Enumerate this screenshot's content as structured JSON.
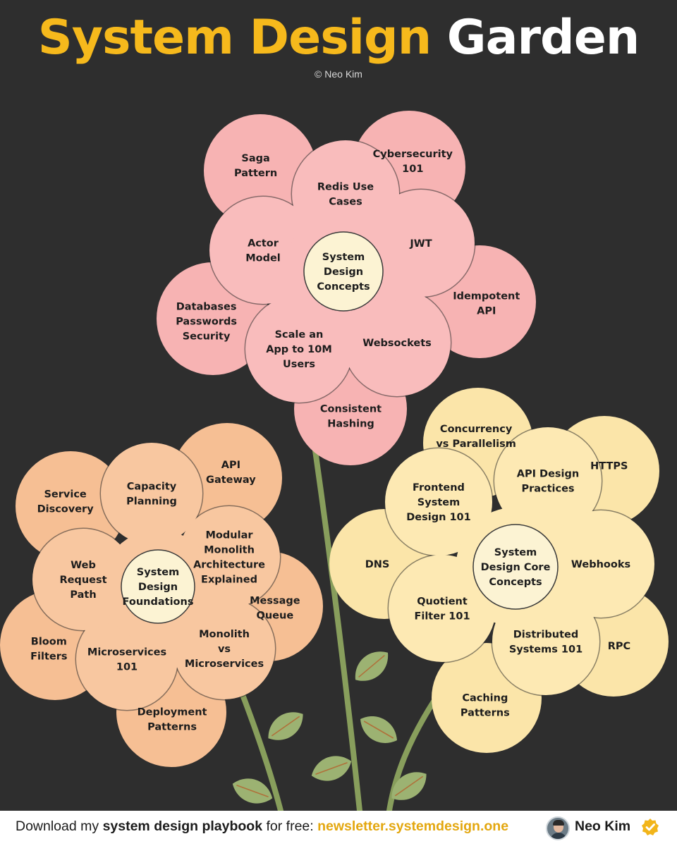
{
  "title": {
    "part1": "System Design",
    "part2": "Garden"
  },
  "copyright": "© Neo Kim",
  "flowers": {
    "top": {
      "center": [
        "System",
        "Design",
        "Concepts"
      ],
      "outer": [
        [
          "Saga",
          "Pattern"
        ],
        [
          "Cybersecurity",
          "101"
        ],
        [
          "Idempotent",
          "API"
        ],
        [
          "Consistent",
          "Hashing"
        ],
        [
          "Databases",
          "Passwords",
          "Security"
        ]
      ],
      "inner": [
        [
          "Redis Use",
          "Cases"
        ],
        [
          "JWT"
        ],
        [
          "Websockets"
        ],
        [
          "Scale an",
          "App to 10M",
          "Users"
        ],
        [
          "Actor",
          "Model"
        ]
      ]
    },
    "left": {
      "center": [
        "System",
        "Design",
        "Foundations"
      ],
      "outer": [
        [
          "API",
          "Gateway"
        ],
        [
          "Message",
          "Queue"
        ],
        [
          "Deployment",
          "Patterns"
        ],
        [
          "Bloom",
          "Filters"
        ],
        [
          "Service",
          "Discovery"
        ]
      ],
      "inner": [
        [
          "Capacity",
          "Planning"
        ],
        [
          "Modular",
          "Monolith",
          "Architecture",
          "Explained"
        ],
        [
          "Monolith",
          "vs",
          "Microservices"
        ],
        [
          "Microservices",
          "101"
        ],
        [
          "Web",
          "Request",
          "Path"
        ]
      ]
    },
    "right": {
      "center": [
        "System",
        "Design Core",
        "Concepts"
      ],
      "outer": [
        [
          "Concurrency",
          "vs Parallelism"
        ],
        [
          "HTTPS"
        ],
        [
          "RPC"
        ],
        [
          "Caching",
          "Patterns"
        ],
        [
          "DNS"
        ]
      ],
      "inner": [
        [
          "API Design",
          "Practices"
        ],
        [
          "Webhooks"
        ],
        [
          "Distributed",
          "Systems 101"
        ],
        [
          "Quotient",
          "Filter 101"
        ],
        [
          "Frontend",
          "System",
          "Design 101"
        ]
      ]
    }
  },
  "colors": {
    "top_outer": "#f7b3b3",
    "top_inner": "#f9bcbc",
    "left_outer": "#f6bf94",
    "left_inner": "#f8c7a0",
    "right_outer": "#fbe5a9",
    "right_inner": "#fde9b3",
    "center": "#fcf3d3",
    "stem": "#889e5c",
    "leaf": "#9cb272"
  },
  "footer": {
    "prefix": "Download my",
    "highlight": "system design playbook",
    "middle": "for free:",
    "link": "newsletter.systemdesign.one",
    "author": "Neo Kim"
  }
}
